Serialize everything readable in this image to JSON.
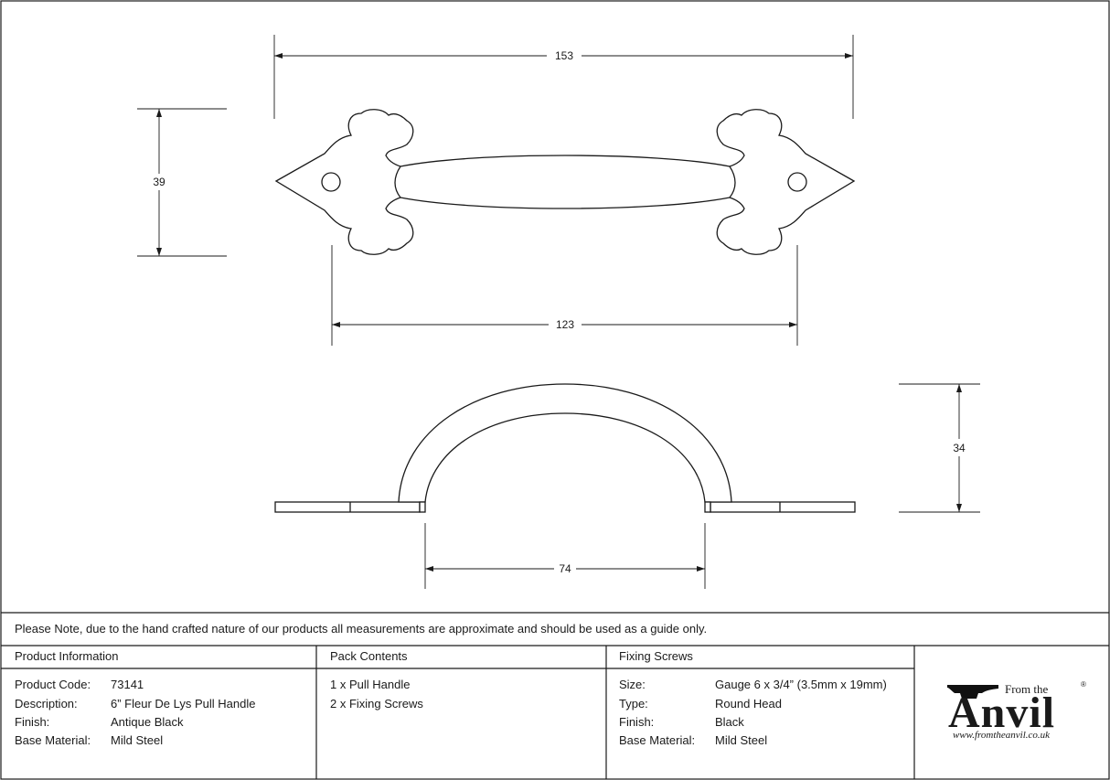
{
  "dimensions": {
    "top_width": "153",
    "height": "39",
    "hole_centres": "123",
    "side_height": "34",
    "inner_span": "74"
  },
  "note": "Please Note, due to the hand crafted nature of our products all measurements are approximate and should be used as a guide only.",
  "product_information": {
    "heading": "Product Information",
    "rows": [
      {
        "label": "Product Code:",
        "value": "73141"
      },
      {
        "label": "Description:",
        "value": "6” Fleur De Lys Pull Handle"
      },
      {
        "label": "Finish:",
        "value": "Antique Black"
      },
      {
        "label": "Base Material:",
        "value": "Mild Steel"
      }
    ]
  },
  "pack_contents": {
    "heading": "Pack Contents",
    "items": [
      "1 x Pull Handle",
      "2 x Fixing Screws"
    ]
  },
  "fixing_screws": {
    "heading": "Fixing Screws",
    "rows": [
      {
        "label": "Size:",
        "value": "Gauge 6 x 3/4” (3.5mm x 19mm)"
      },
      {
        "label": "Type:",
        "value": "Round Head"
      },
      {
        "label": "Finish:",
        "value": "Black"
      },
      {
        "label": "Base Material:",
        "value": "Mild Steel"
      }
    ]
  },
  "logo": {
    "from_the": "From the",
    "brand": "Anvil",
    "reg": "®",
    "url": "www.fromtheanvil.co.uk"
  }
}
